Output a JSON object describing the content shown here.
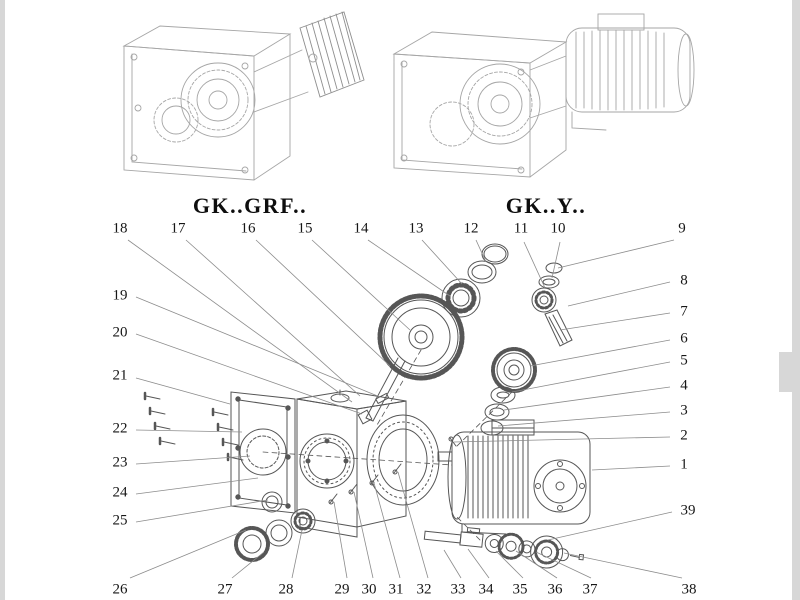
{
  "colors": {
    "background": "#ffffff",
    "faint_line_art": "#a6a6a6",
    "exploded_line_art": "#565656",
    "leader_line": "#8c8c8c",
    "text": "#161616",
    "scan_edge": "#d7d7d7"
  },
  "variant_labels": {
    "left": "GK..GRF..",
    "right": "GK..Y.."
  },
  "callouts": {
    "c1": "1",
    "c2": "2",
    "c3": "3",
    "c4": "4",
    "c5": "5",
    "c6": "6",
    "c7": "7",
    "c8": "8",
    "c9": "9",
    "c10": "10",
    "c11": "11",
    "c12": "12",
    "c13": "13",
    "c14": "14",
    "c15": "15",
    "c16": "16",
    "c17": "17",
    "c18": "18",
    "c19": "19",
    "c20": "20",
    "c21": "21",
    "c22": "22",
    "c23": "23",
    "c24": "24",
    "c25": "25",
    "c26": "26",
    "c27": "27",
    "c28": "28",
    "c29": "29",
    "c30": "30",
    "c31": "31",
    "c32": "32",
    "c33": "33",
    "c34": "34",
    "c35": "35",
    "c36": "36",
    "c37": "37",
    "c38": "38",
    "c39": "39"
  }
}
